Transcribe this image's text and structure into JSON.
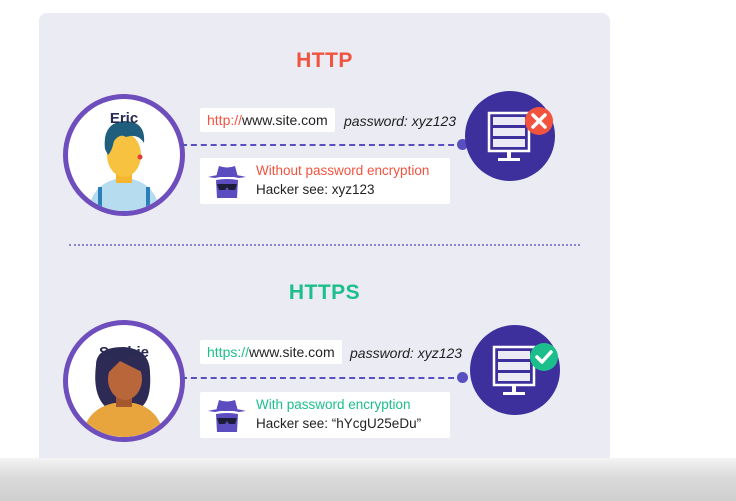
{
  "colors": {
    "http": "#f2533f",
    "https": "#1cbf8b",
    "accent": "#6e4dbc",
    "server": "#3d2f9c",
    "line": "#5a4fc0"
  },
  "http": {
    "title": "HTTP",
    "user_name": "Eric",
    "url_prefix": "http://",
    "url_domain": "www.site.com",
    "password_text": "password: xyz123",
    "encryption_status": "Without password encryption",
    "hacker_sees": "Hacker see: xyz123",
    "server_status_icon": "x-icon"
  },
  "https": {
    "title": "HTTPS",
    "user_name": "Sophie",
    "url_prefix": "https://",
    "url_domain": "www.site.com",
    "password_text": "password: xyz123",
    "encryption_status": "With password encryption",
    "hacker_sees": "Hacker see:  “hYcgU25eDu”",
    "server_status_icon": "check-icon"
  }
}
